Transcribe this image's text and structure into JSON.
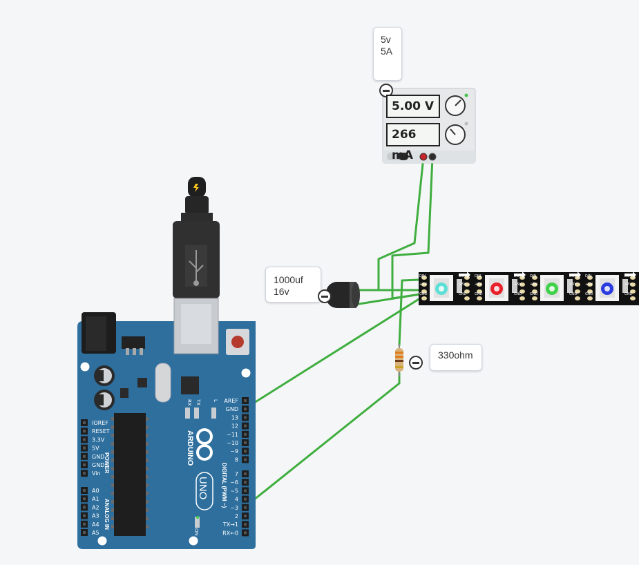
{
  "notes": {
    "power_supply": [
      "5v",
      "5A"
    ],
    "capacitor": [
      "1000uf",
      "16v"
    ],
    "resistor": [
      "330ohm"
    ]
  },
  "power_supply": {
    "voltage_display": "5.00 V",
    "current_display": "266 mA"
  },
  "arduino": {
    "brand": "ARDUINO",
    "model": "UNO",
    "power_header_title": "POWER",
    "power_pins": [
      "IOREF",
      "RESET",
      "3.3V",
      "5V",
      "GND",
      "GND",
      "Vin"
    ],
    "analog_header_title": "ANALOG IN",
    "analog_pins": [
      "A0",
      "A1",
      "A2",
      "A3",
      "A4",
      "A5"
    ],
    "digital_header_title": "DIGITAL (PWM ~)",
    "digital_pins_top": [
      "AREF",
      "GND",
      "13",
      "12",
      "~11",
      "~10",
      "~9",
      "8"
    ],
    "digital_pins_bottom": [
      "7",
      "~6",
      "~5",
      "4",
      "~3",
      "2",
      "TX→1",
      "RX←0"
    ],
    "led_labels": [
      "RX",
      "TX",
      "L"
    ],
    "on_label": "ON"
  },
  "led_strip": {
    "pin_labels": [
      "DIN",
      "+5V",
      "GND",
      "DO",
      "+5V",
      "GND"
    ],
    "led_colors": [
      "#5ee0d6",
      "#e8202a",
      "#3fd14a",
      "#2a3be0"
    ]
  },
  "wire_color": "#3fae3f"
}
